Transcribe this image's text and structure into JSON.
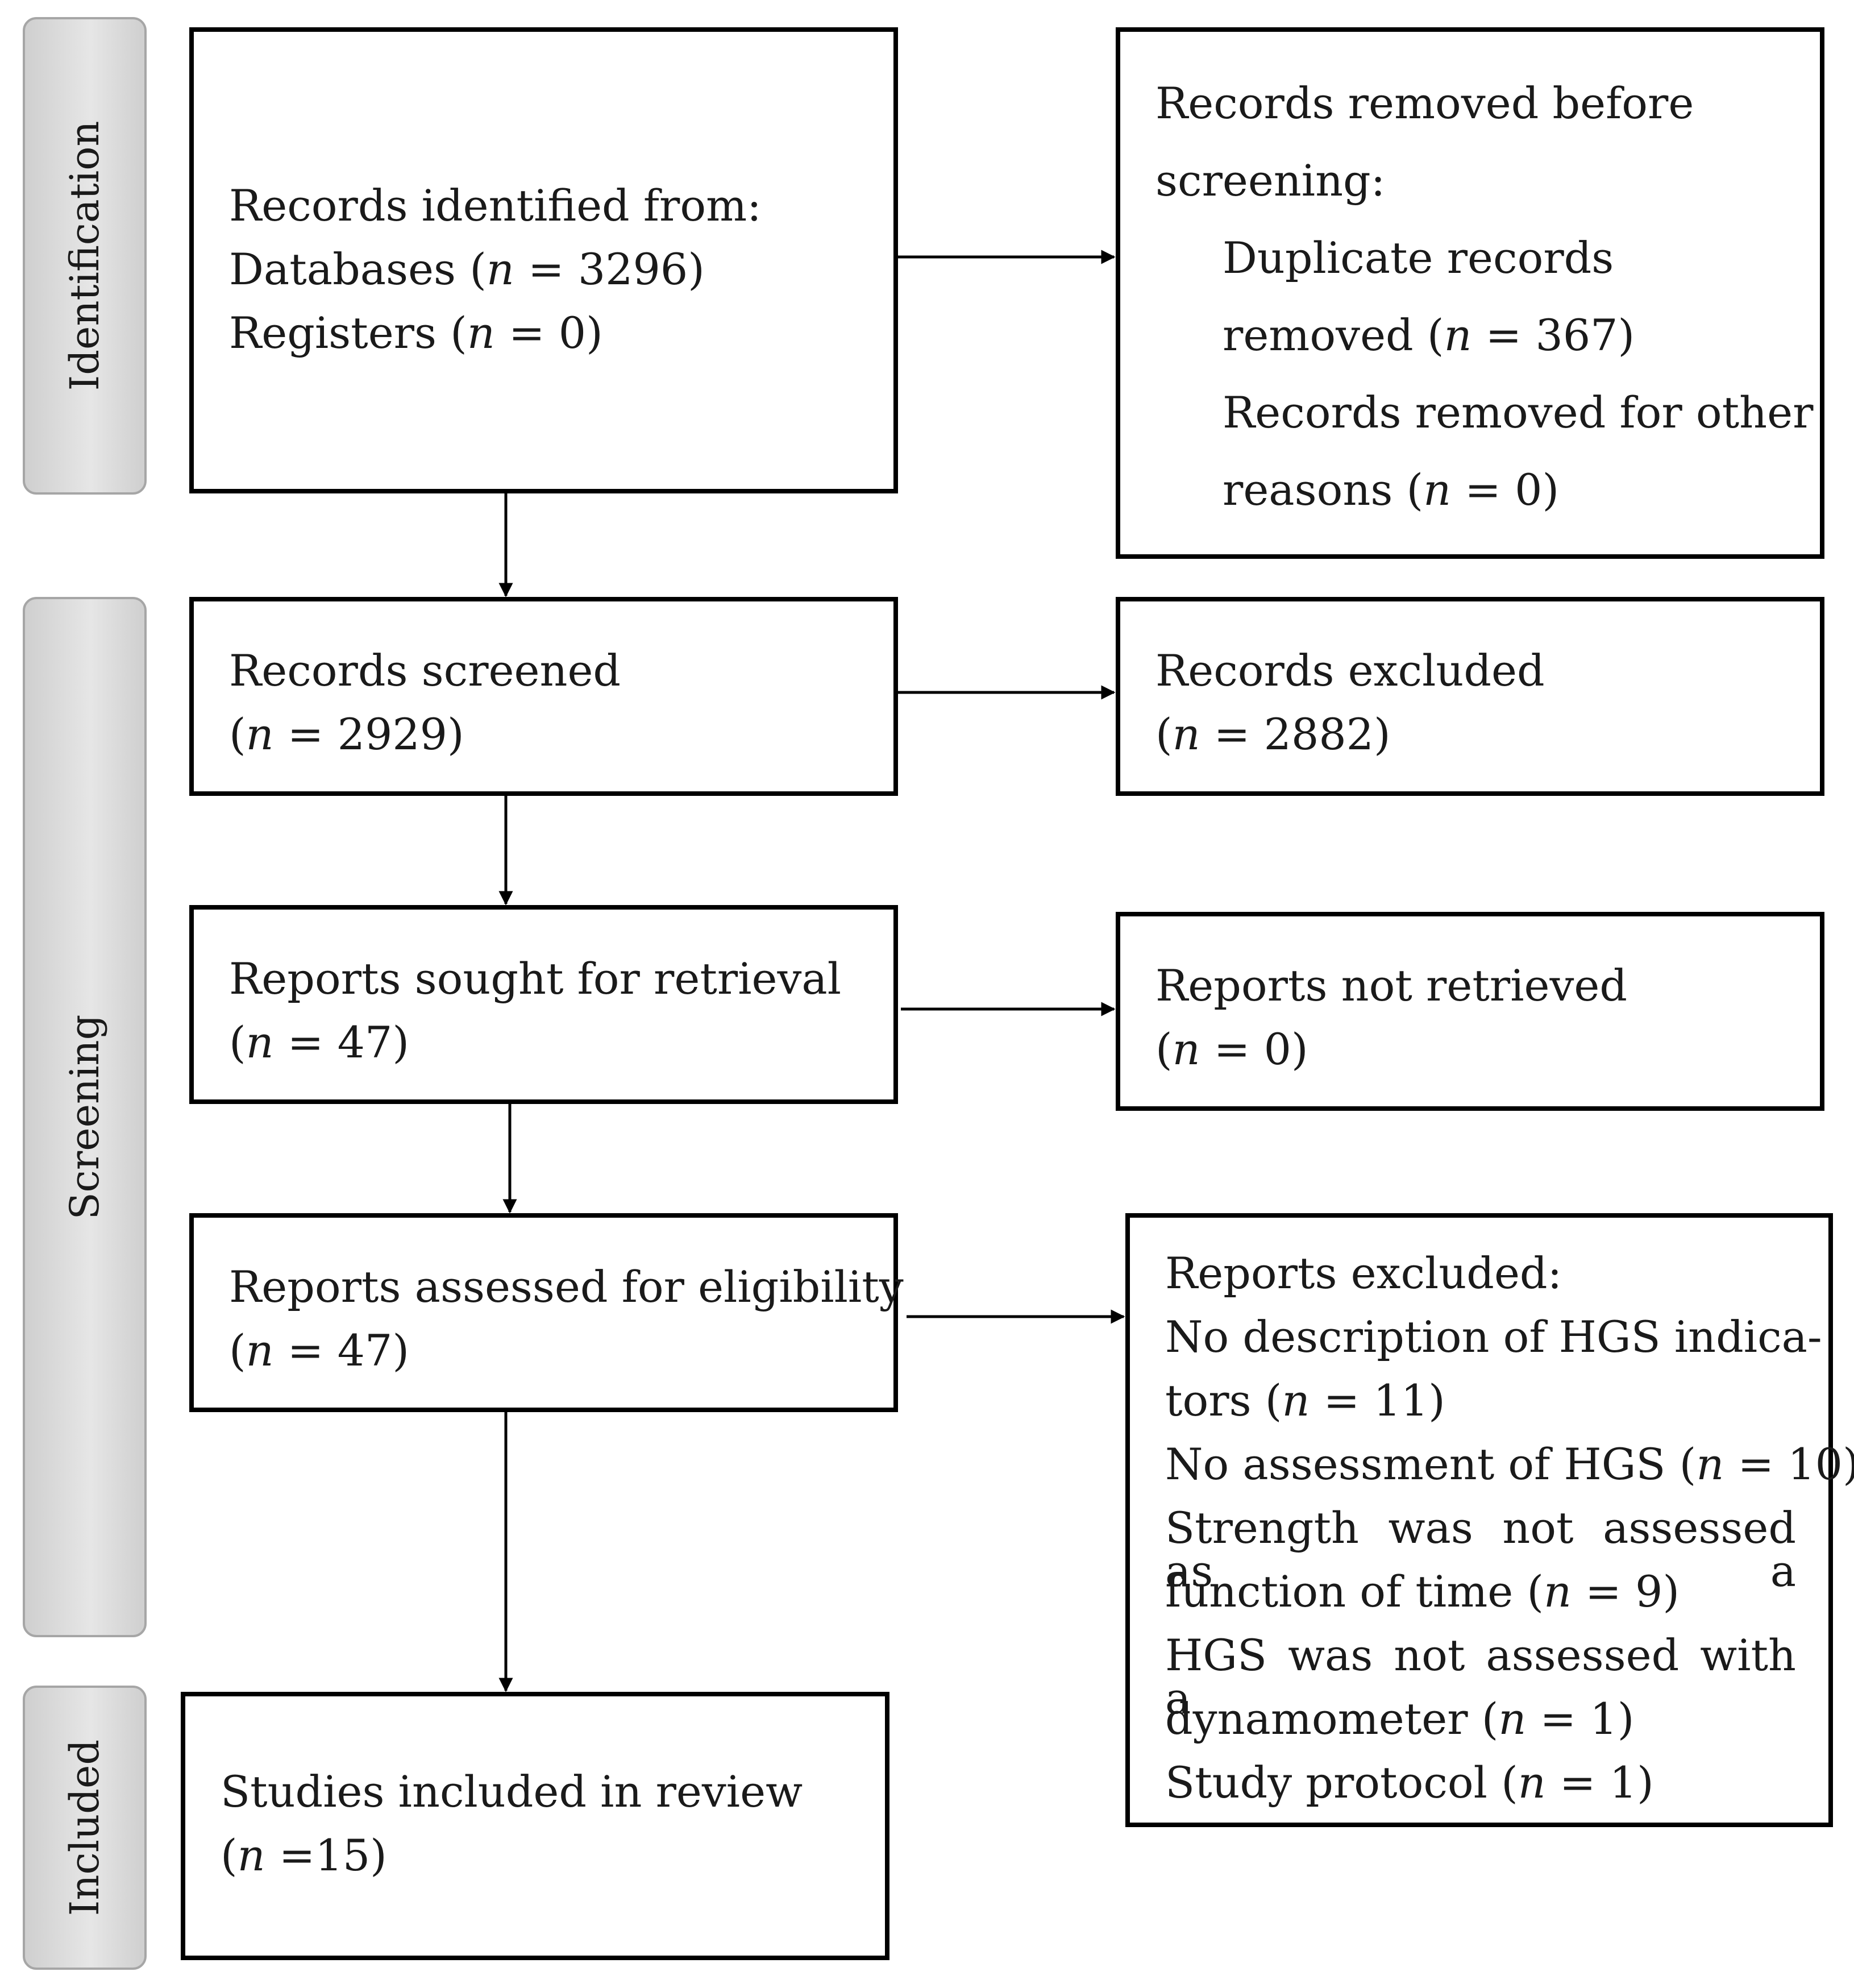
{
  "phases": {
    "identification": "Identification",
    "screening": "Screening",
    "included": "Included"
  },
  "boxes": {
    "identified": {
      "title": "Records identified from:",
      "databases_label": "Databases (",
      "databases_count": "= 3296)",
      "registers_label": "Registers (",
      "registers_count": "= 0)"
    },
    "removed": {
      "title_1": "Records removed before",
      "title_2": "screening:",
      "duplicate_1": "Duplicate records",
      "duplicate_2_label": "removed (",
      "duplicate_2_count": "= 367)",
      "other_1": "Records removed for other",
      "other_2_label": "reasons (",
      "other_2_count": "= 0)"
    },
    "screened": {
      "title": "Records screened",
      "count_open": "(",
      "count": "= 2929)"
    },
    "excluded_records": {
      "title": "Records excluded",
      "count_open": "(",
      "count": "= 2882)"
    },
    "sought": {
      "title": "Reports sought for retrieval",
      "count_open": "(",
      "count": "= 47)"
    },
    "not_retrieved": {
      "title": "Reports not retrieved",
      "count_open": "(",
      "count": "= 0)"
    },
    "assessed": {
      "title": "Reports assessed for eligibility",
      "count_open": "(",
      "count": "= 47)"
    },
    "reports_excluded": {
      "title": "Reports excluded:",
      "r1_a": "No description of HGS indica-",
      "r1_b_label": "tors (",
      "r1_b_count": "= 11)",
      "r2_label": "No assessment of HGS (",
      "r2_count": "= 10)",
      "r3_a": "Strength was not assessed as a",
      "r3_b_label": "function of time (",
      "r3_b_count": "= 9)",
      "r4_a": "HGS was not assessed with a",
      "r4_b_label": "dynamometer (",
      "r4_b_count": "= 1)",
      "r5_label": "Study protocol (",
      "r5_count": "= 1)"
    },
    "included": {
      "title": "Studies included in review",
      "count_open": "(",
      "count": "=15)"
    }
  },
  "n_symbol": "n"
}
